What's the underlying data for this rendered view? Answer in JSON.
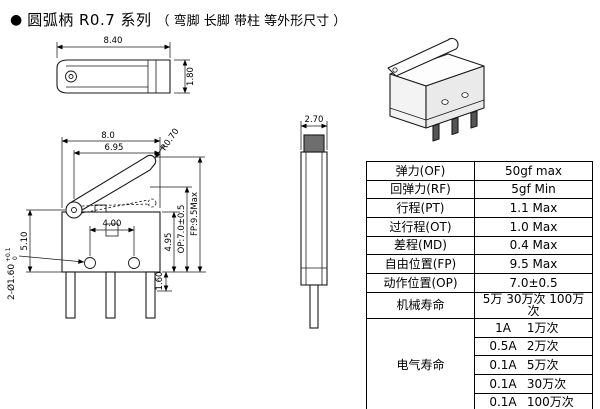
{
  "title": {
    "bullet": "●",
    "series": "圆弧柄 R0.7 系列",
    "paren": "（ 弯脚 长脚 带柱 等外形尺寸 ）"
  },
  "drawings": {
    "top_view": {
      "width": "8.40",
      "height": "1.80"
    },
    "side_view": {
      "overall_width": "8.0",
      "pivot_to_tip": "6.95",
      "lever_radius": "R0.70",
      "pivot_height": "5.10",
      "hole_pitch": "4.00",
      "body_height": "4.95",
      "op": "OP:7.0±0.5",
      "fp": "FP:9.5Max",
      "terminal": "1.60",
      "holes": "2-Ø1.60",
      "holes_tol_upper": "+0.1",
      "holes_tol_lower": "0"
    },
    "front_view": {
      "width": "2.70"
    }
  },
  "table": {
    "rows": [
      {
        "label": "弹力(OF)",
        "value": "50gf max"
      },
      {
        "label": "回弹力(RF)",
        "value": "5gf Min"
      },
      {
        "label": "行程(PT)",
        "value": "1.1 Max"
      },
      {
        "label": "过行程(OT)",
        "value": "1.0 Max"
      },
      {
        "label": "差程(MD)",
        "value": "0.4 Max"
      },
      {
        "label": "自由位置(FP)",
        "value": "9.5 Max"
      },
      {
        "label": "动作位置(OP)",
        "value": "7.0±0.5"
      },
      {
        "label": "机械寿命",
        "value": "5万 30万次 100万次"
      }
    ],
    "electrical": {
      "label": "电气寿命",
      "rows": [
        {
          "current": "1A",
          "cycles": "1万次"
        },
        {
          "current": "0.5A",
          "cycles": "2万次"
        },
        {
          "current": "0.1A",
          "cycles": "5万次"
        },
        {
          "current": "0.1A",
          "cycles": "30万次"
        },
        {
          "current": "0.1A",
          "cycles": "100万次"
        }
      ]
    }
  }
}
